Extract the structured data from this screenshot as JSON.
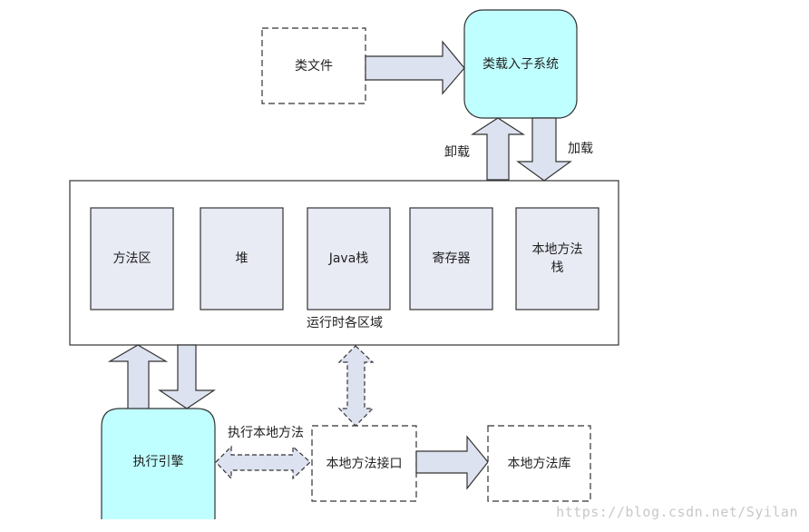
{
  "nodes": {
    "class_file": "类文件",
    "class_loader": "类载入子系统",
    "runtime_area": "运行时各区域",
    "method_area": "方法区",
    "heap": "堆",
    "java_stack": "Java栈",
    "registers": "寄存器",
    "native_stack": "本地方法栈",
    "exec_engine": "执行引擎",
    "native_interface": "本地方法接口",
    "native_library": "本地方法库"
  },
  "edges": {
    "unload": "卸载",
    "load": "加载",
    "exec_native": "执行本地方法"
  },
  "watermark": "https://blog.csdn.net/Syilan",
  "colors": {
    "cyan_fill": "#c0ffff",
    "panel_fill": "#e8eaf4",
    "arrow_fill": "#dce2ef",
    "stroke": "#333333"
  }
}
